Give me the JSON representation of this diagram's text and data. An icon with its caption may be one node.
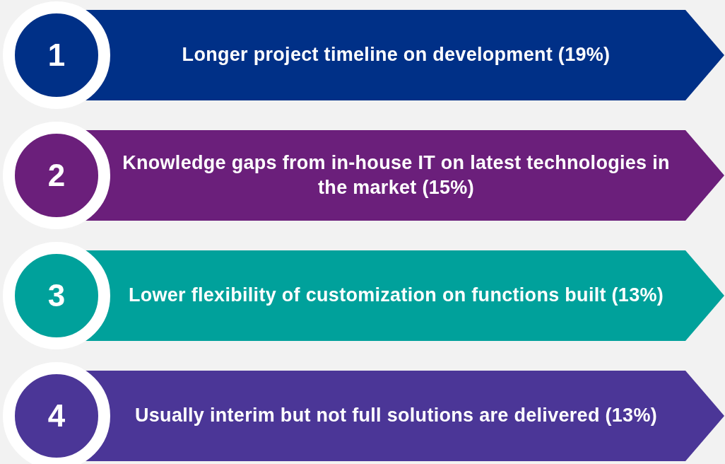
{
  "diagram": {
    "nodes": [
      {
        "text": [
          "1"
        ]
      },
      {
        "text": [
          "Longer project timeline on development (19%)"
        ]
      },
      {
        "text": [
          "2"
        ]
      },
      {
        "text": [
          "Knowledge gaps from in-house IT on latest technologies in the market (15%)"
        ]
      },
      {
        "text": [
          "3"
        ]
      },
      {
        "text": [
          "Lower flexibility of customization on functions built (13%)"
        ]
      },
      {
        "text": [
          "4"
        ]
      },
      {
        "text": [
          "Usually interim but not full solutions are delivered (13%)"
        ]
      }
    ]
  }
}
